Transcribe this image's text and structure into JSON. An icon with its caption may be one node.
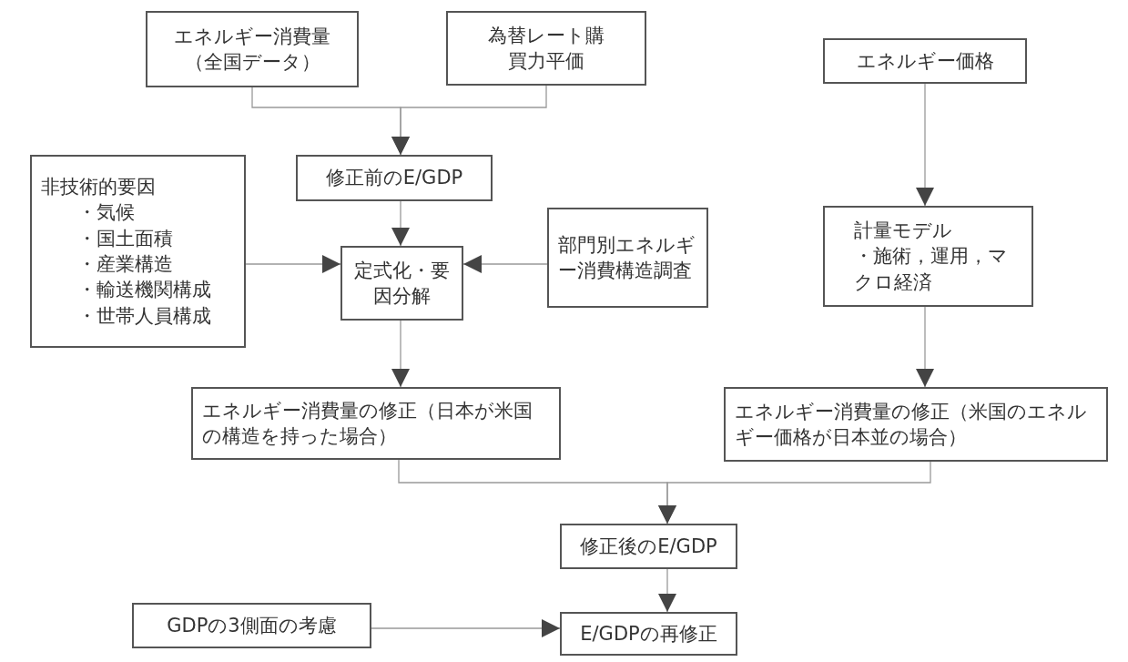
{
  "diagram": {
    "nodes": [
      {
        "text": [
          "エネルギー消費量（全国データ）"
        ]
      },
      {
        "text": [
          "為替レート購買力平価"
        ]
      },
      {
        "text": [
          "エネルギー価格"
        ]
      },
      {
        "text": [
          "非技術的要因",
          "・気候",
          "・国土面積",
          "・産業構造",
          "・輸送機関構成",
          "・世帯人員構成"
        ]
      },
      {
        "text": [
          "修正前のE/GDP"
        ]
      },
      {
        "text": [
          "定式化・要因分解"
        ]
      },
      {
        "text": [
          "部門別エネルギー消費構造調査"
        ]
      },
      {
        "text": [
          "計量モデル",
          "・施術，運用，マクロ経済"
        ]
      },
      {
        "text": [
          "エネルギー消費量の修正（日本が米国の構造を持った場合）"
        ]
      },
      {
        "text": [
          "エネルギー消費量の修正（米国のエネルギー価格が日本並の場合）"
        ]
      },
      {
        "text": [
          "修正後のE/GDP"
        ]
      },
      {
        "text": [
          "GDPの3側面の考慮"
        ]
      },
      {
        "text": [
          "E/GDPの再修正"
        ]
      }
    ],
    "edges": [
      {
        "from": 0,
        "to": 4,
        "arrow": "to"
      },
      {
        "from": 1,
        "to": 4,
        "arrow": "to"
      },
      {
        "from": 4,
        "to": 5,
        "arrow": "to"
      },
      {
        "from": 3,
        "to": 5,
        "arrow": "to"
      },
      {
        "from": 6,
        "to": 5,
        "arrow": "to"
      },
      {
        "from": 2,
        "to": 7,
        "arrow": "to"
      },
      {
        "from": 5,
        "to": 8,
        "arrow": "to"
      },
      {
        "from": 7,
        "to": 9,
        "arrow": "to"
      },
      {
        "from": 8,
        "to": 10,
        "arrow": "to"
      },
      {
        "from": 9,
        "to": 10,
        "arrow": "to"
      },
      {
        "from": 10,
        "to": 12,
        "arrow": "to"
      },
      {
        "from": 11,
        "to": 12,
        "arrow": "to"
      }
    ]
  }
}
